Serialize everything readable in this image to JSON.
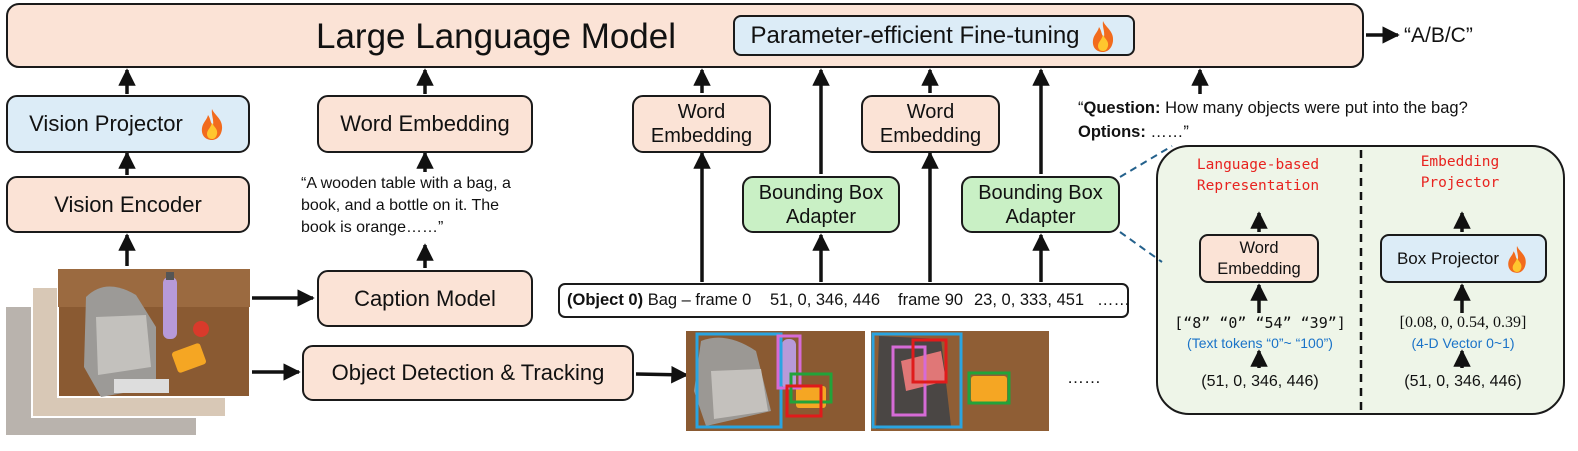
{
  "llm": {
    "title": "Large Language Model",
    "peft_label": "Parameter-efficient Fine-tuning"
  },
  "output_label": "“A/B/C”",
  "vision_projector": "Vision Projector",
  "vision_encoder": "Vision Encoder",
  "word_embedding": "Word Embedding",
  "caption_model": "Caption Model",
  "object_detection": "Object Detection & Tracking",
  "caption_text": [
    "“A wooden table with a bag, a",
    "book, and a bottle on it. The",
    "book is orange……”"
  ],
  "word_embedding_split": [
    "Word",
    "Embedding"
  ],
  "bbox_adapter": [
    "Bounding Box",
    "Adapter"
  ],
  "question": {
    "q_label": "Question:",
    "q_text": " How many objects were put into the bag?",
    "o_label": "Options:",
    "o_text": " ……”",
    "open_quote": "“"
  },
  "sequence": {
    "object_label": "(Object 0)",
    "object_name": " Bag – frame 0",
    "coords_1": "51, 0,  346, 446",
    "frame_label": "frame 90",
    "coords_2": "23, 0, 333, 451",
    "ellipsis": "……"
  },
  "frames_ellipsis": "……",
  "inset": {
    "left_title": [
      "Language-based",
      "Representation"
    ],
    "right_title": [
      "Embedding",
      "Projector"
    ],
    "left_box": [
      "Word",
      "Embedding"
    ],
    "right_box": "Box Projector",
    "left_tokens": "[“8”  “0”  “54”  “39”]",
    "left_note": "(Text tokens “0”~ “100”)",
    "right_vector": "[0.08, 0, 0.54, 0.39]",
    "right_note": "(4-D Vector 0~1)",
    "left_input": "(51, 0,  346, 446)",
    "right_input": "(51, 0,  346, 446)"
  },
  "colors": {
    "peach": "#fbe3d6",
    "blue": "#dcecf7",
    "green": "#c9f0c5",
    "inset_bg": "#eef5e8",
    "red_title": "#e8231f",
    "note_blue": "#1a73c8",
    "track_blue": "#2aa4e0",
    "track_red": "#e01b1b",
    "track_green": "#22a33a",
    "track_pink": "#d66bd6"
  }
}
